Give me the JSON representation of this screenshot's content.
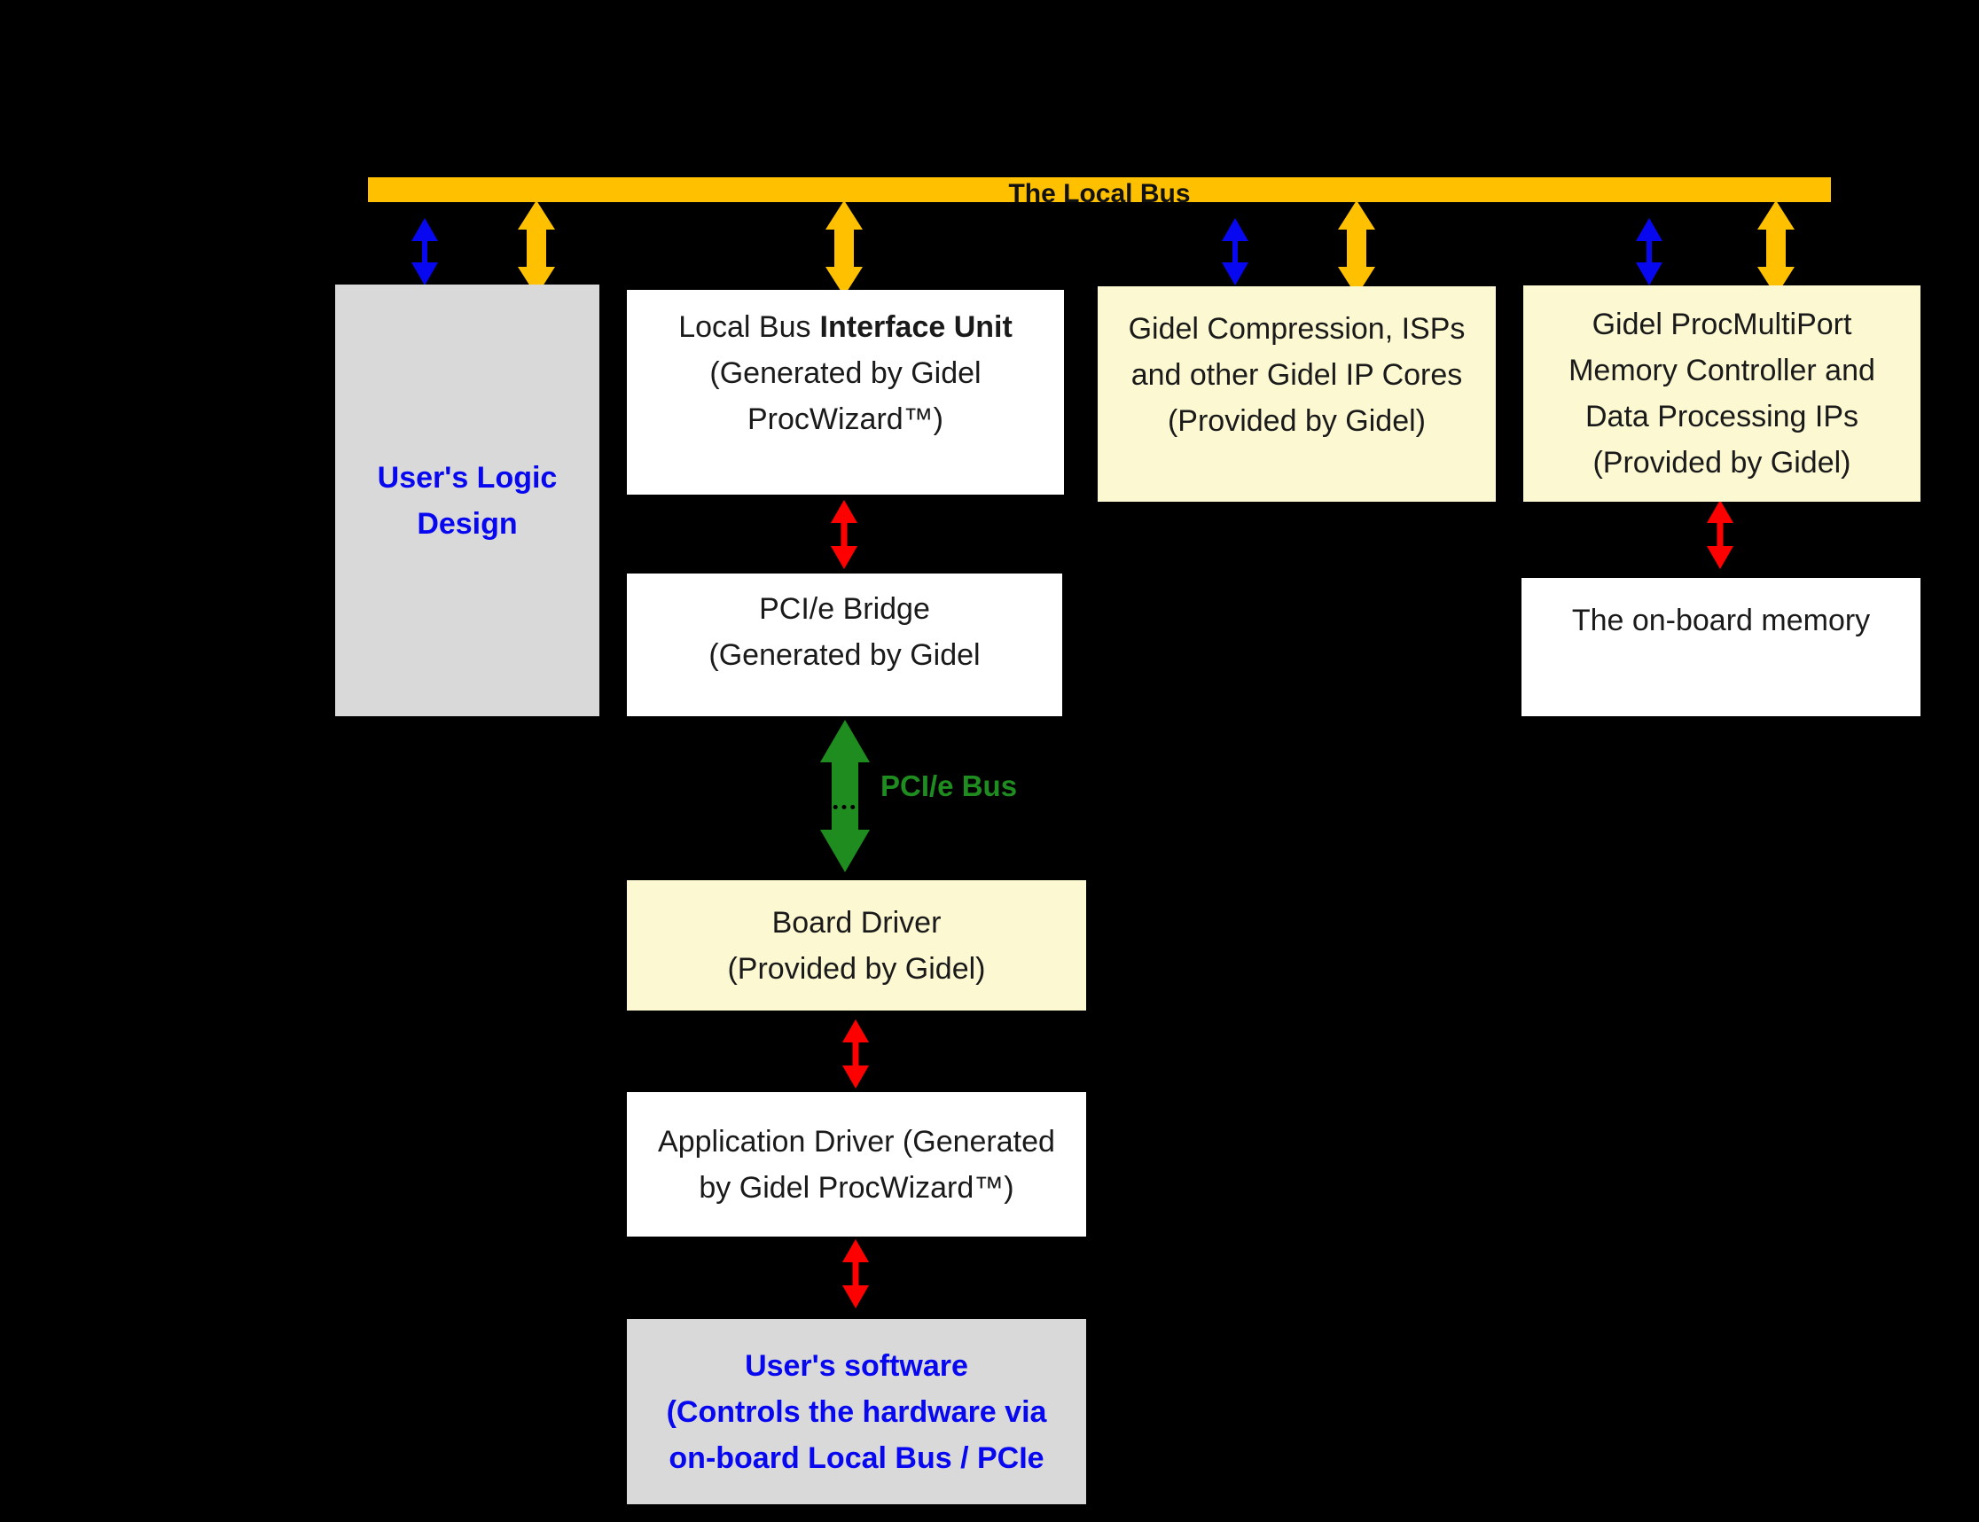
{
  "palette": {
    "background": "#000000",
    "bus": "#FFC000",
    "box_yellow": "#FCF9D2",
    "box_gray": "#D9D9D9",
    "box_white": "#FFFFFF",
    "blue": "#0808F0",
    "red": "#FE0000",
    "green": "#1E8C1E",
    "ink": "#1A1A1A"
  },
  "bus": {
    "label": "The Local Bus"
  },
  "nodes": {
    "user_logic": {
      "lines": [
        "User's Logic",
        "Design"
      ]
    },
    "lbiu": {
      "line1_prefix": "Local Bus",
      "line1_bold": "Interface Unit",
      "line2": "(Generated by Gidel",
      "line3": "ProcWizard™)"
    },
    "compression": {
      "lines": [
        "Gidel Compression, ISPs",
        "and other Gidel IP Cores",
        "(Provided by Gidel)"
      ]
    },
    "procmultiport": {
      "lines": [
        "Gidel ProcMultiPort",
        "Memory Controller and",
        "Data Processing IPs",
        "(Provided by Gidel)"
      ]
    },
    "pcie_bridge": {
      "lines": [
        "PCI/e Bridge",
        "(Generated by Gidel"
      ]
    },
    "onboard_memory": {
      "lines": [
        "The on-board memory"
      ]
    },
    "board_driver": {
      "lines": [
        "Board Driver",
        "(Provided by Gidel)"
      ]
    },
    "app_driver": {
      "lines": [
        "Application Driver (Generated",
        "by Gidel ProcWizard™)"
      ]
    },
    "user_software": {
      "lines": [
        "User's software",
        "(Controls the hardware via",
        "on-board Local Bus / PCIe"
      ]
    }
  },
  "connections": [
    {
      "from": "local_bus",
      "to": "user_logic",
      "style": "blue"
    },
    {
      "from": "local_bus",
      "to": "user_logic",
      "style": "gold"
    },
    {
      "from": "local_bus",
      "to": "local_bus_interface_unit",
      "style": "gold"
    },
    {
      "from": "local_bus",
      "to": "gidel_ip_cores",
      "style": "blue"
    },
    {
      "from": "local_bus",
      "to": "gidel_ip_cores",
      "style": "gold"
    },
    {
      "from": "local_bus",
      "to": "procmultiport",
      "style": "blue"
    },
    {
      "from": "local_bus",
      "to": "procmultiport",
      "style": "gold"
    },
    {
      "from": "local_bus_interface_unit",
      "to": "pcie_bridge",
      "style": "red"
    },
    {
      "from": "procmultiport",
      "to": "onboard_memory",
      "style": "red"
    },
    {
      "from": "pcie_bridge",
      "to": "board_driver",
      "style": "green",
      "label": "PCI/e Bus"
    },
    {
      "from": "board_driver",
      "to": "app_driver",
      "style": "red"
    },
    {
      "from": "app_driver",
      "to": "user_software",
      "style": "red"
    }
  ]
}
